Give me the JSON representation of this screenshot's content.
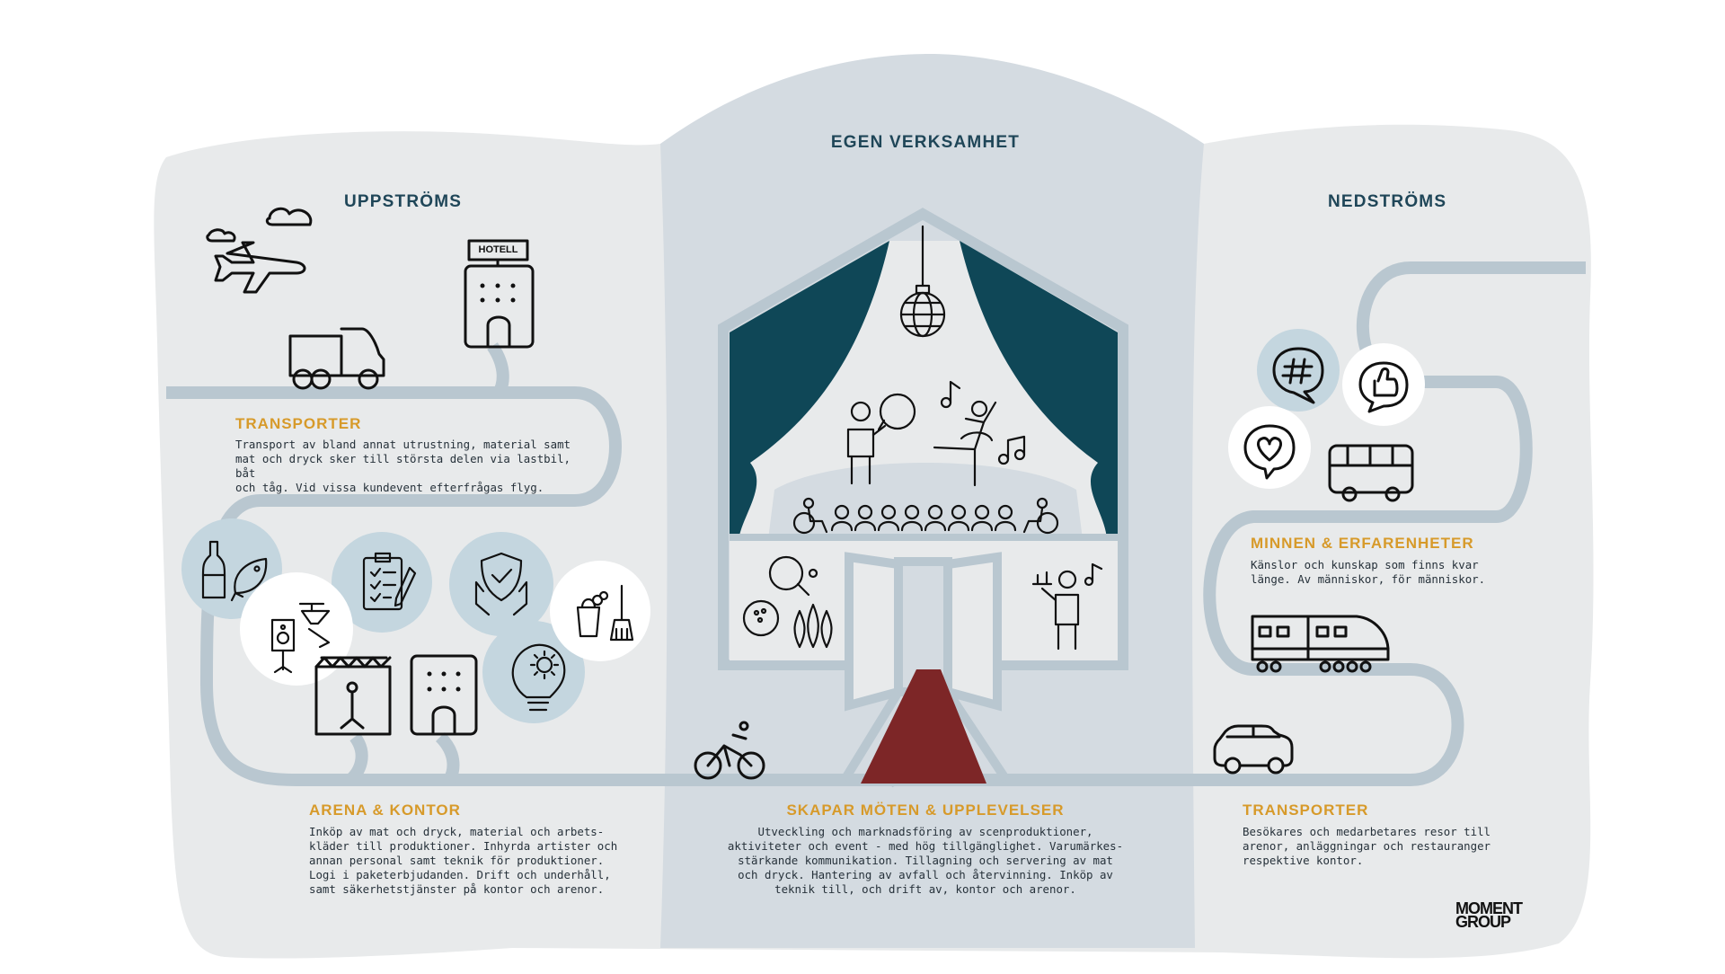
{
  "sections": {
    "upstream": {
      "title": "UPPSTRÖMS",
      "transport": {
        "title": "TRANSPORTER",
        "lines": [
          "Transport av bland annat utrustning, material samt",
          "mat och dryck sker till största delen via lastbil, båt",
          "och tåg. Vid vissa kundevent efterfrågas flyg."
        ]
      },
      "arena": {
        "title": "ARENA & KONTOR",
        "lines": [
          "Inköp av mat och dryck, material och arbets-",
          "kläder till produktioner. Inhyrda artister och",
          "annan personal samt teknik för produktioner.",
          "Logi i paketerbjudanden. Drift och underhåll,",
          "samt säkerhetstjänster på kontor och arenor."
        ]
      },
      "hotel_sign": "HOTELL"
    },
    "own": {
      "title": "EGEN VERKSAMHET",
      "subtitle": "SKAPAR MÖTEN & UPPLEVELSER",
      "lines": [
        "Utveckling och marknadsföring av scenproduktioner,",
        "aktiviteter och event - med hög tillgänglighet. Varumärkes-",
        "stärkande kommunikation. Tillagning och servering av mat",
        "och dryck. Hantering av avfall och återvinning. Inköp av",
        "teknik till, och drift av, kontor och arenor."
      ]
    },
    "downstream": {
      "title": "NEDSTRÖMS",
      "memories": {
        "title": "MINNEN & ERFARENHETER",
        "lines": [
          "Känslor och kunskap som finns kvar",
          "länge. Av människor, för människor."
        ]
      },
      "transport": {
        "title": "TRANSPORTER",
        "lines": [
          "Besökares och medarbetares resor till",
          "arenor, anläggningar och restauranger",
          "respektive kontor."
        ]
      }
    }
  },
  "logo": {
    "line1": "MOMENT",
    "line2": "GROUP"
  },
  "icons": [
    "cloud-icon",
    "airplane-icon",
    "truck-icon",
    "hotel-icon",
    "bottle-icon",
    "fish-icon",
    "spotlight-icon",
    "speaker-icon",
    "clipboard-icon",
    "shield-icon",
    "cleaning-icon",
    "gear-bulb-icon",
    "stage-icon",
    "office-building-icon",
    "disco-ball-icon",
    "music-note-icon",
    "speaker-person-icon",
    "dancer-icon",
    "audience-icon",
    "wheelchair-icon",
    "ping-pong-icon",
    "bowling-icon",
    "waiter-icon",
    "door-icon",
    "red-carpet-icon",
    "bicycle-icon",
    "hashtag-bubble-icon",
    "thumbs-up-bubble-icon",
    "heart-bubble-icon",
    "bus-icon",
    "train-icon",
    "car-icon"
  ],
  "colors": {
    "panel_light": "#e8eaeb",
    "panel_center": "#d4dbe1",
    "road": "#b9c7d0",
    "circle": "#c4d6df",
    "curtain": "#0f4757",
    "carpet": "#7d2627",
    "heading": "#1f4658",
    "accent": "#d79a2a"
  }
}
